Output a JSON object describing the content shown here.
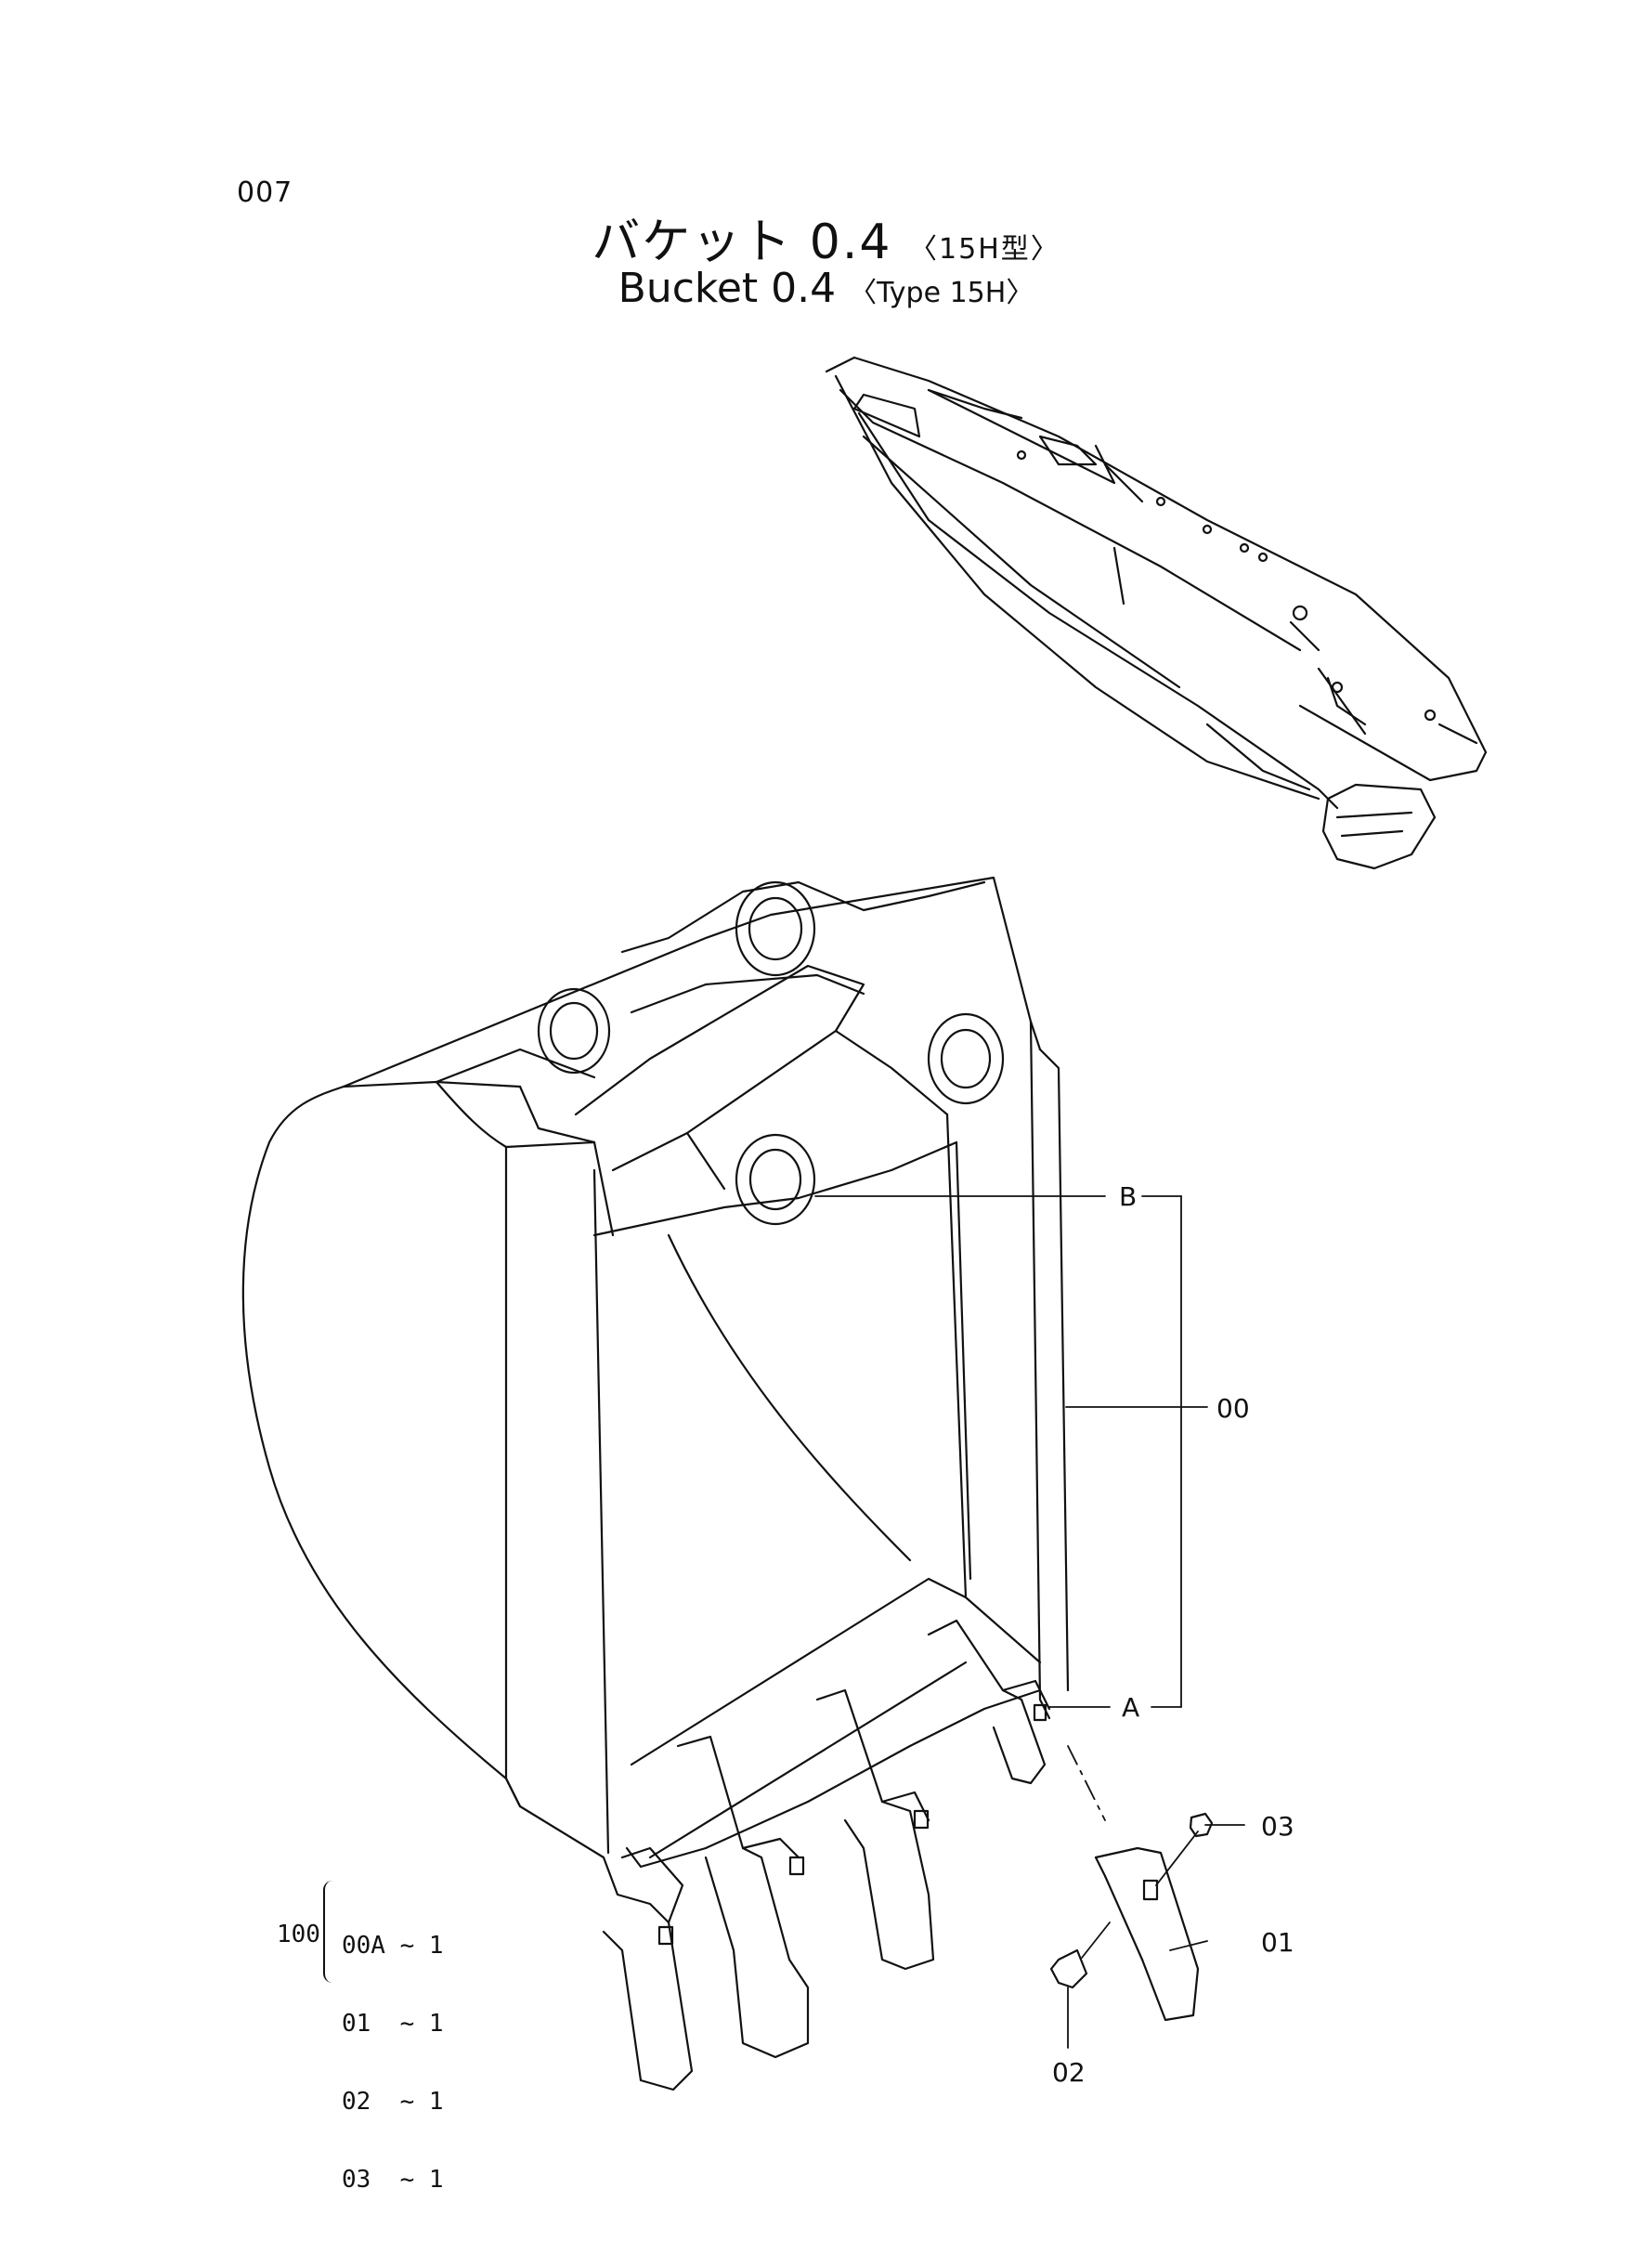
{
  "page": {
    "number": "007",
    "title_jp": "バケット 0.4",
    "title_jp_sub": "〈15H型〉",
    "title_en": "Bucket 0.4",
    "title_en_sub": "〈Type 15H〉"
  },
  "callouts": {
    "B": "B",
    "A": "A",
    "p00": "00",
    "p01": "01",
    "p02": "02",
    "p03": "03"
  },
  "kit": {
    "number": "100",
    "rows": [
      {
        "part": "00A",
        "qty": "~ 1"
      },
      {
        "part": "01",
        "qty": "~ 1"
      },
      {
        "part": "02",
        "qty": "~ 1"
      },
      {
        "part": "03",
        "qty": "~ 1"
      }
    ]
  }
}
